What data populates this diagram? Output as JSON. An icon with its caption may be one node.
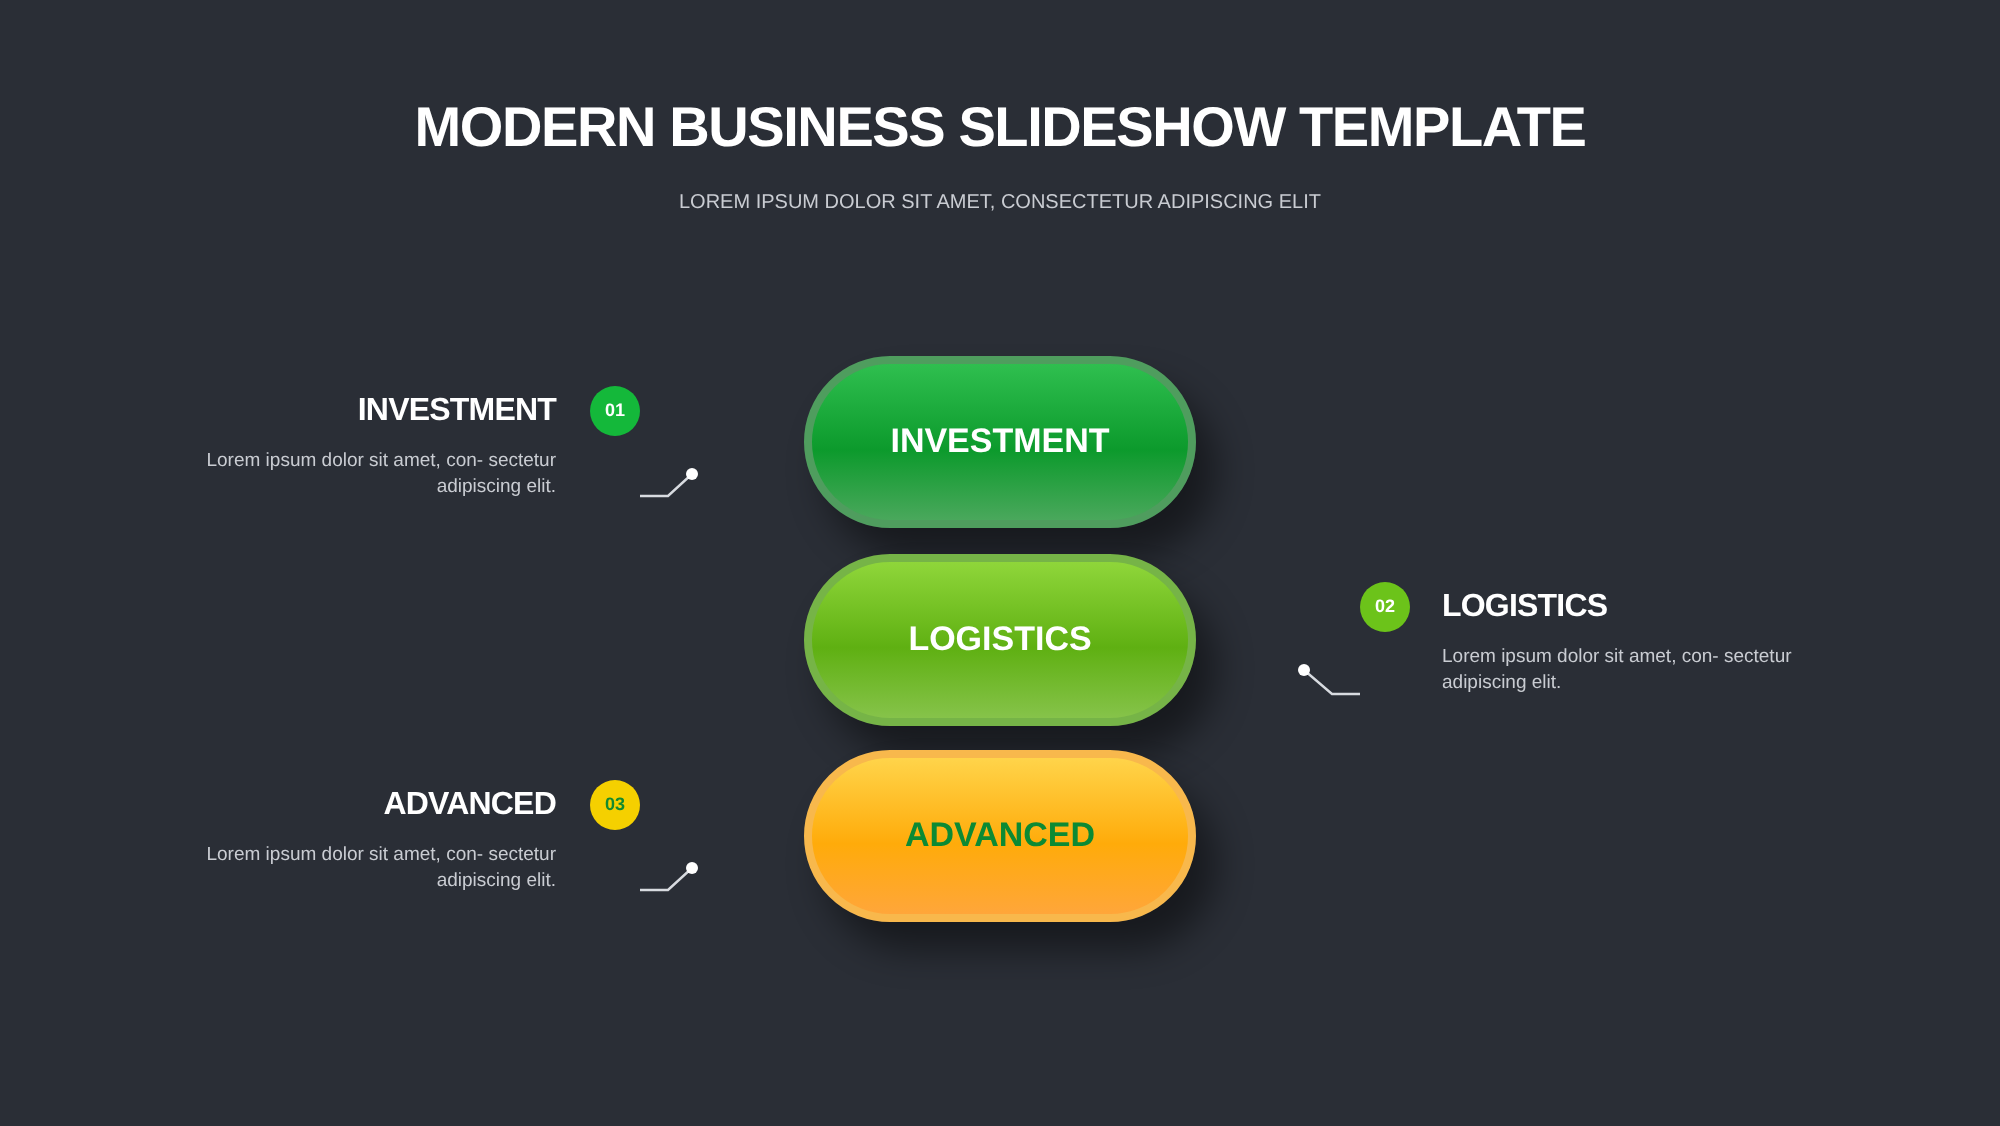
{
  "diagram": {
    "title": "MODERN BUSINESS SLIDESHOW TEMPLATE",
    "caption": "LOREM IPSUM DOLOR SIT AMET, CONSECTETUR ADIPISCING ELIT",
    "nodes": [
      {
        "text": [
          "INVESTMENT"
        ]
      },
      {
        "text": [
          "LOGISTICS"
        ]
      },
      {
        "text": [
          "ADVANCED"
        ]
      },
      {
        "text": [
          "INVESTMENT",
          "Lorem ipsum dolor sit amet, con- sectetur adipiscing elit."
        ]
      },
      {
        "text": [
          "01"
        ],
        "in": 3
      },
      {
        "text": [
          "LOGISTICS",
          "Lorem ipsum dolor sit amet, con- sectetur adipiscing elit."
        ]
      },
      {
        "text": [
          "02"
        ],
        "in": 5
      },
      {
        "text": [
          "ADVANCED",
          "Lorem ipsum dolor sit amet, con- sectetur adipiscing elit."
        ]
      },
      {
        "text": [
          "03"
        ],
        "in": 7
      }
    ],
    "edges": [
      {
        "from": 3,
        "to": null,
        "arrow": "other"
      },
      {
        "from": 5,
        "to": null,
        "arrow": "other"
      },
      {
        "from": 7,
        "to": null,
        "arrow": "other"
      }
    ]
  }
}
